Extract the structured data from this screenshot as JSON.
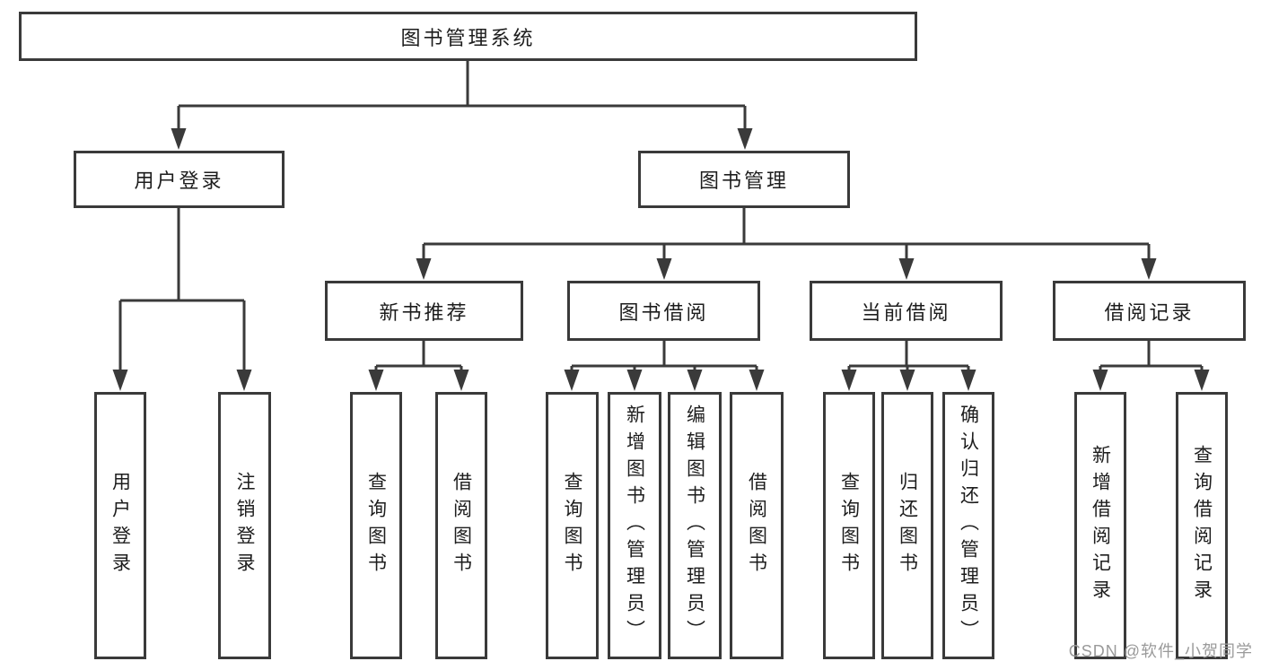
{
  "diagram": {
    "root": "图书管理系统",
    "level2": {
      "user_login": "用户登录",
      "book_mgmt": "图书管理"
    },
    "level3": {
      "new_books": "新书推荐",
      "book_borrow": "图书借阅",
      "current_borrow": "当前借阅",
      "borrow_records": "借阅记录"
    },
    "leaves": {
      "user_login": [
        "用户登录",
        "注销登录"
      ],
      "new_books": [
        "查询图书",
        "借阅图书"
      ],
      "book_borrow": [
        "查询图书",
        "新增图书（管理员）",
        "编辑图书（管理员）",
        "借阅图书"
      ],
      "current_borrow": [
        "查询图书",
        "归还图书",
        "确认归还（管理员）"
      ],
      "borrow_records": [
        "新增借阅记录",
        "查询借阅记录"
      ]
    }
  },
  "watermark": "CSDN @软件_小贺同学",
  "colors": {
    "line": "#3a3a3a",
    "text": "#1d1d1d",
    "watermark": "#9a9a9a"
  }
}
